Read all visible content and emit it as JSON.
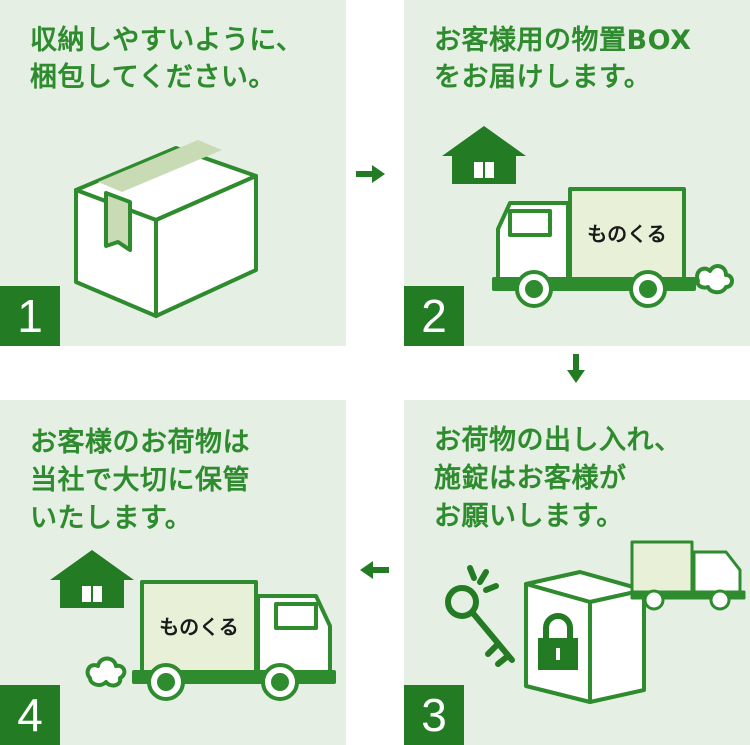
{
  "steps": [
    {
      "number": "1",
      "caption": "収納しやすいように、\n梱包してください。"
    },
    {
      "number": "2",
      "caption": "お客様用の物置BOX\nをお届けします。"
    },
    {
      "number": "3",
      "caption": "お荷物の出し入れ、\n施錠はお客様が\nお願いします。"
    },
    {
      "number": "4",
      "caption": "お客様のお荷物は\n当社で大切に保管\nいたします。"
    }
  ],
  "brand": {
    "logo_text": "ものくる"
  },
  "colors": {
    "green": "#2e8b2e",
    "dark_green": "#237c23",
    "panel_bg": "#e6efe4",
    "tape": "#c9dbb5"
  }
}
